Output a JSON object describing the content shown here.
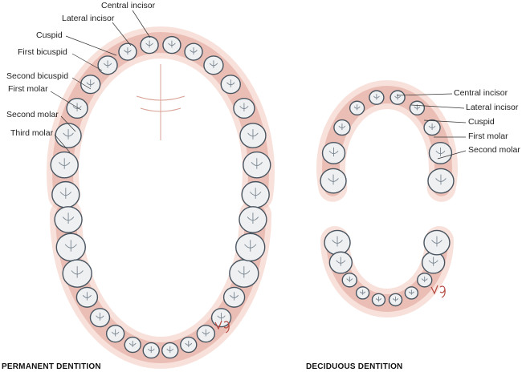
{
  "permanent": {
    "caption": "PERMANENT DENTITION",
    "labels": [
      "Central incisor",
      "Lateral incisor",
      "Cuspid",
      "First bicuspid",
      "Second bicuspid",
      "First molar",
      "Second molar",
      "Third molar"
    ]
  },
  "deciduous": {
    "caption": "DECIDUOUS DENTITION",
    "labels": [
      "Central incisor",
      "Lateral incisor",
      "Cuspid",
      "First molar",
      "Second molar"
    ]
  },
  "signature": "vq",
  "colors": {
    "gum": "#f2c8be",
    "gum_dark": "#e3a79b",
    "tooth": "#eef0f2",
    "tooth_edge": "#4a5560"
  }
}
